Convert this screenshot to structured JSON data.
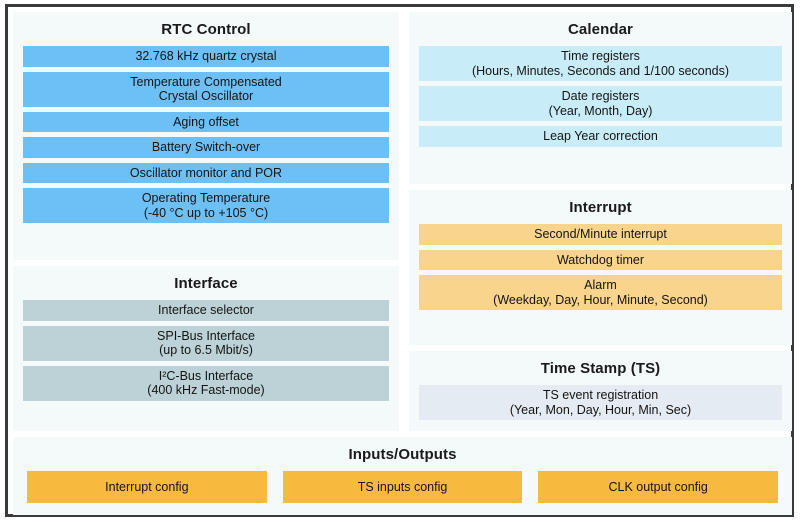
{
  "diagram": {
    "panels": [
      {
        "id": "rtc",
        "title": "RTC Control",
        "color": "#6cc0f6",
        "rows": [
          {
            "l1": "32.768 kHz quartz crystal",
            "l2": ""
          },
          {
            "l1": "Temperature Compensated",
            "l2": "Crystal Oscillator"
          },
          {
            "l1": "Aging offset",
            "l2": ""
          },
          {
            "l1": "Battery Switch-over",
            "l2": ""
          },
          {
            "l1": "Oscillator monitor and POR",
            "l2": ""
          },
          {
            "l1": "Operating Temperature",
            "l2": "(-40 °C up to +105 °C)"
          }
        ]
      },
      {
        "id": "interface",
        "title": "Interface",
        "color": "#bcd2d6",
        "rows": [
          {
            "l1": "Interface selector",
            "l2": ""
          },
          {
            "l1": "SPI-Bus Interface",
            "l2": "(up to 6.5 Mbit/s)"
          },
          {
            "l1": "I²C-Bus Interface",
            "l2": "(400 kHz Fast-mode)"
          }
        ]
      },
      {
        "id": "calendar",
        "title": "Calendar",
        "color": "#c9edf8",
        "rows": [
          {
            "l1": "Time registers",
            "l2": "(Hours, Minutes, Seconds and 1/100 seconds)"
          },
          {
            "l1": "Date registers",
            "l2": "(Year, Month, Day)"
          },
          {
            "l1": "Leap Year correction",
            "l2": ""
          }
        ]
      },
      {
        "id": "interrupt",
        "title": "Interrupt",
        "color": "#f9d48d",
        "rows": [
          {
            "l1": "Second/Minute interrupt",
            "l2": ""
          },
          {
            "l1": "Watchdog timer",
            "l2": ""
          },
          {
            "l1": "Alarm",
            "l2": "(Weekday, Day, Hour, Minute, Second)"
          }
        ]
      },
      {
        "id": "timestamp",
        "title": "Time Stamp (TS)",
        "color": "#e5ebf2",
        "rows": [
          {
            "l1": "TS event registration",
            "l2": "(Year, Mon, Day, Hour, Min, Sec)"
          }
        ]
      },
      {
        "id": "io",
        "title": "Inputs/Outputs",
        "color": "#f7b93e",
        "rows": [
          {
            "l1": "Interrupt config",
            "l2": ""
          },
          {
            "l1": "TS inputs config",
            "l2": ""
          },
          {
            "l1": "CLK output config",
            "l2": ""
          }
        ]
      }
    ],
    "colors": {
      "frame_border": "#3a3a3c",
      "panel_background": "#f4f9fa",
      "page_background": "#ffffff",
      "text": "#141414"
    }
  }
}
